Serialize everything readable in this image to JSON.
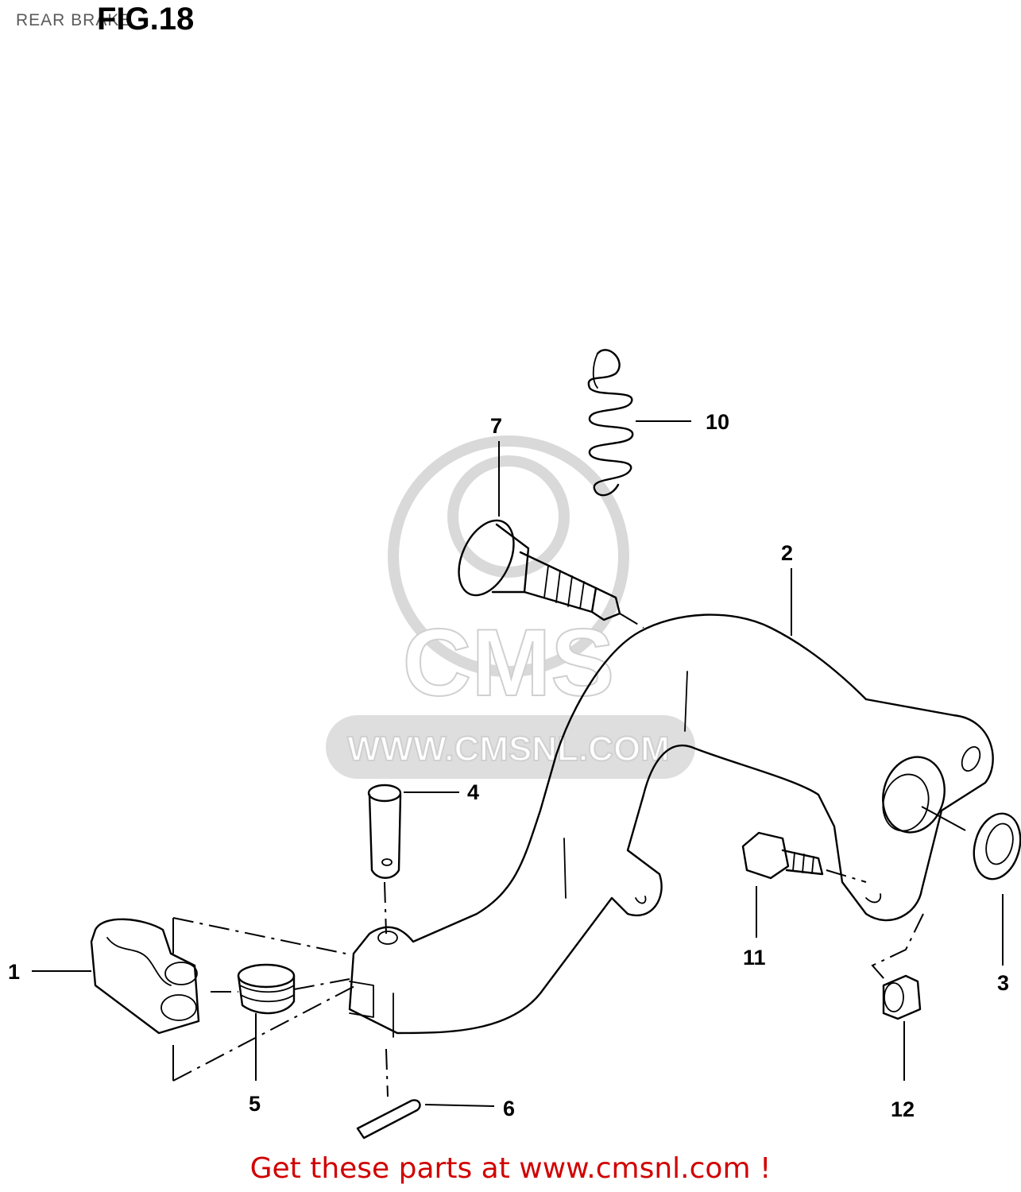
{
  "header": {
    "section_title": "REAR BRAKE",
    "figure_label": "FIG.18"
  },
  "watermark": {
    "brand": "CMS",
    "url": "WWW.CMSNL.COM"
  },
  "callouts": {
    "c1": "1",
    "c2": "2",
    "c3": "3",
    "c4": "4",
    "c5": "5",
    "c6": "6",
    "c7": "7",
    "c10": "10",
    "c11": "11",
    "c12": "12"
  },
  "footer": {
    "text": "Get these parts at www.cmsnl.com !"
  }
}
